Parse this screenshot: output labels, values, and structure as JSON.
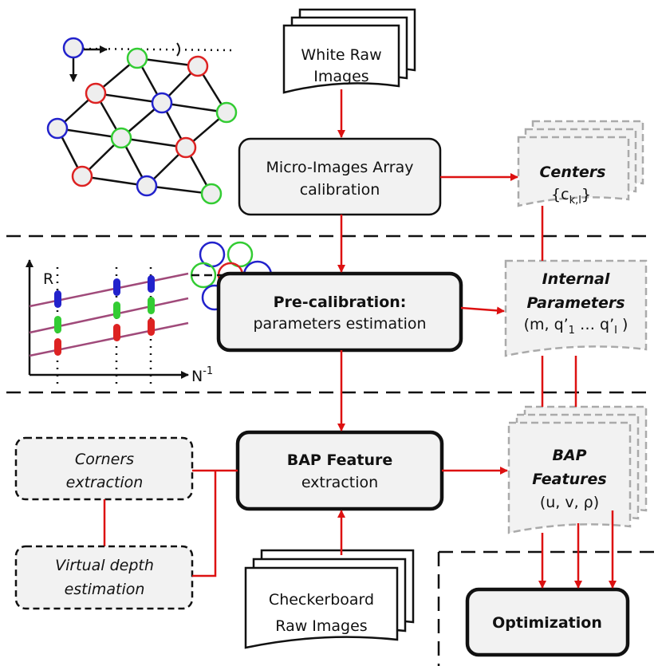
{
  "inputs": {
    "white_raw_images": [
      "White Raw",
      "Images"
    ],
    "checkerboard_raw_images": [
      "Checkerboard",
      "Raw Images"
    ]
  },
  "steps": {
    "mia_calibration": [
      "Micro-Images Array",
      "calibration"
    ],
    "precalibration": {
      "title": "Pre-calibration:",
      "subtitle": "parameters estimation"
    },
    "bap_feature": {
      "title": "BAP Feature",
      "subtitle": "extraction"
    },
    "optimization": "Optimization",
    "corners_extraction": [
      "Corners",
      "extraction"
    ],
    "virtual_depth": [
      "Virtual depth",
      "estimation"
    ]
  },
  "outputs": {
    "centers": {
      "title": "Centers",
      "formula": "{c",
      "sub": "k,l",
      "close": "}"
    },
    "internal_parameters": {
      "title1": "Internal",
      "title2": "Parameters",
      "formula": "(m, q’",
      "sub1": "1",
      "mid": " … q’",
      "sub2": "I",
      "close": " )"
    },
    "bap_features": {
      "title1": "BAP",
      "title2": "Features",
      "formula": "(u, v, ρ)"
    }
  },
  "plot_labels": {
    "y_axis": "R",
    "x_axis": "N",
    "x_axis_sup": "-1"
  },
  "colors": {
    "arrow": "#dd1111",
    "red_node": "#dd2222",
    "green_node": "#33cc33",
    "blue_node": "#2222cc",
    "plot_line": "#a04a7a",
    "box_fill": "#f2f2f2",
    "dashed_doc": "#aaaaaa"
  }
}
